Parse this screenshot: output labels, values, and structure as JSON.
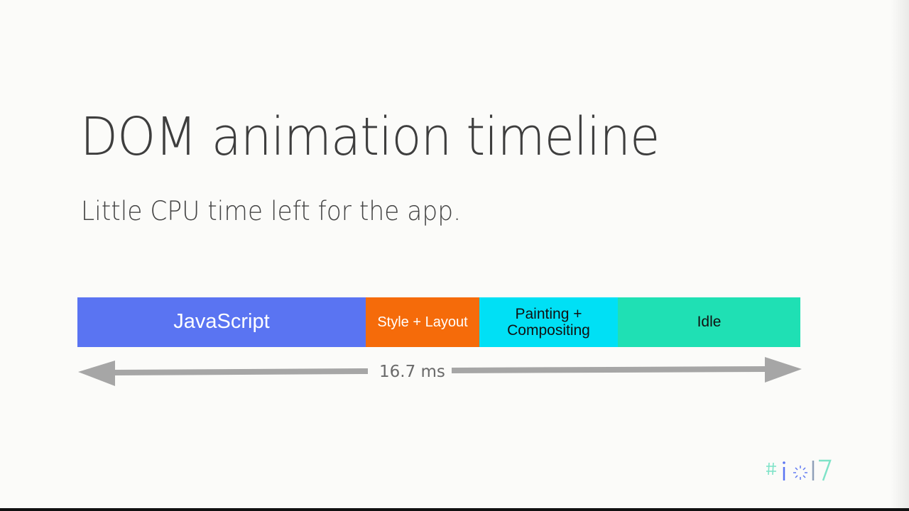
{
  "slide": {
    "title": "DOM animation timeline",
    "subtitle": "Little CPU time left for the app."
  },
  "timeline": {
    "segments": [
      {
        "label": "JavaScript",
        "color": "#5a74f2"
      },
      {
        "label": "Style + Layout",
        "color": "#f56b0a"
      },
      {
        "label_line1": "Painting +",
        "label_line2": "Compositing",
        "color": "#00e0f5"
      },
      {
        "label": "Idle",
        "color": "#1fe0b4"
      }
    ],
    "duration_label": "16.7 ms",
    "arrow_color": "#a6a6a6"
  },
  "logo": {
    "text": "#io17",
    "icon": "google-io-17-logo"
  }
}
